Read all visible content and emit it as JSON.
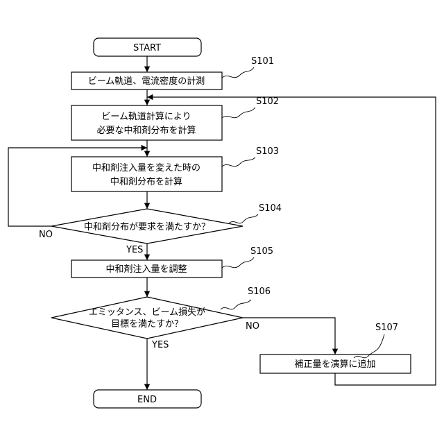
{
  "nodes": {
    "start": [
      "START"
    ],
    "s101": [
      "ビーム軌道、電流密度の計測"
    ],
    "s102": [
      "ビーム軌道計算により",
      "必要な中和剤分布を計算"
    ],
    "s103": [
      "中和剤注入量を変えた時の",
      "中和剤分布を計算"
    ],
    "s104": [
      "中和剤分布が要求を満たすか？"
    ],
    "s105": [
      "中和剤注入量を調整"
    ],
    "s106": [
      "エミッタンス、ビーム損失が",
      "目標を満たすか？"
    ],
    "s107": [
      "補正量を演算に追加"
    ],
    "end": [
      "END"
    ]
  },
  "step_labels": {
    "s101": "S101",
    "s102": "S102",
    "s103": "S103",
    "s104": "S104",
    "s105": "S105",
    "s106": "S106",
    "s107": "S107"
  },
  "branches": {
    "s104_no": "NO",
    "s104_yes": "YES",
    "s106_no": "NO",
    "s106_yes": "YES"
  }
}
